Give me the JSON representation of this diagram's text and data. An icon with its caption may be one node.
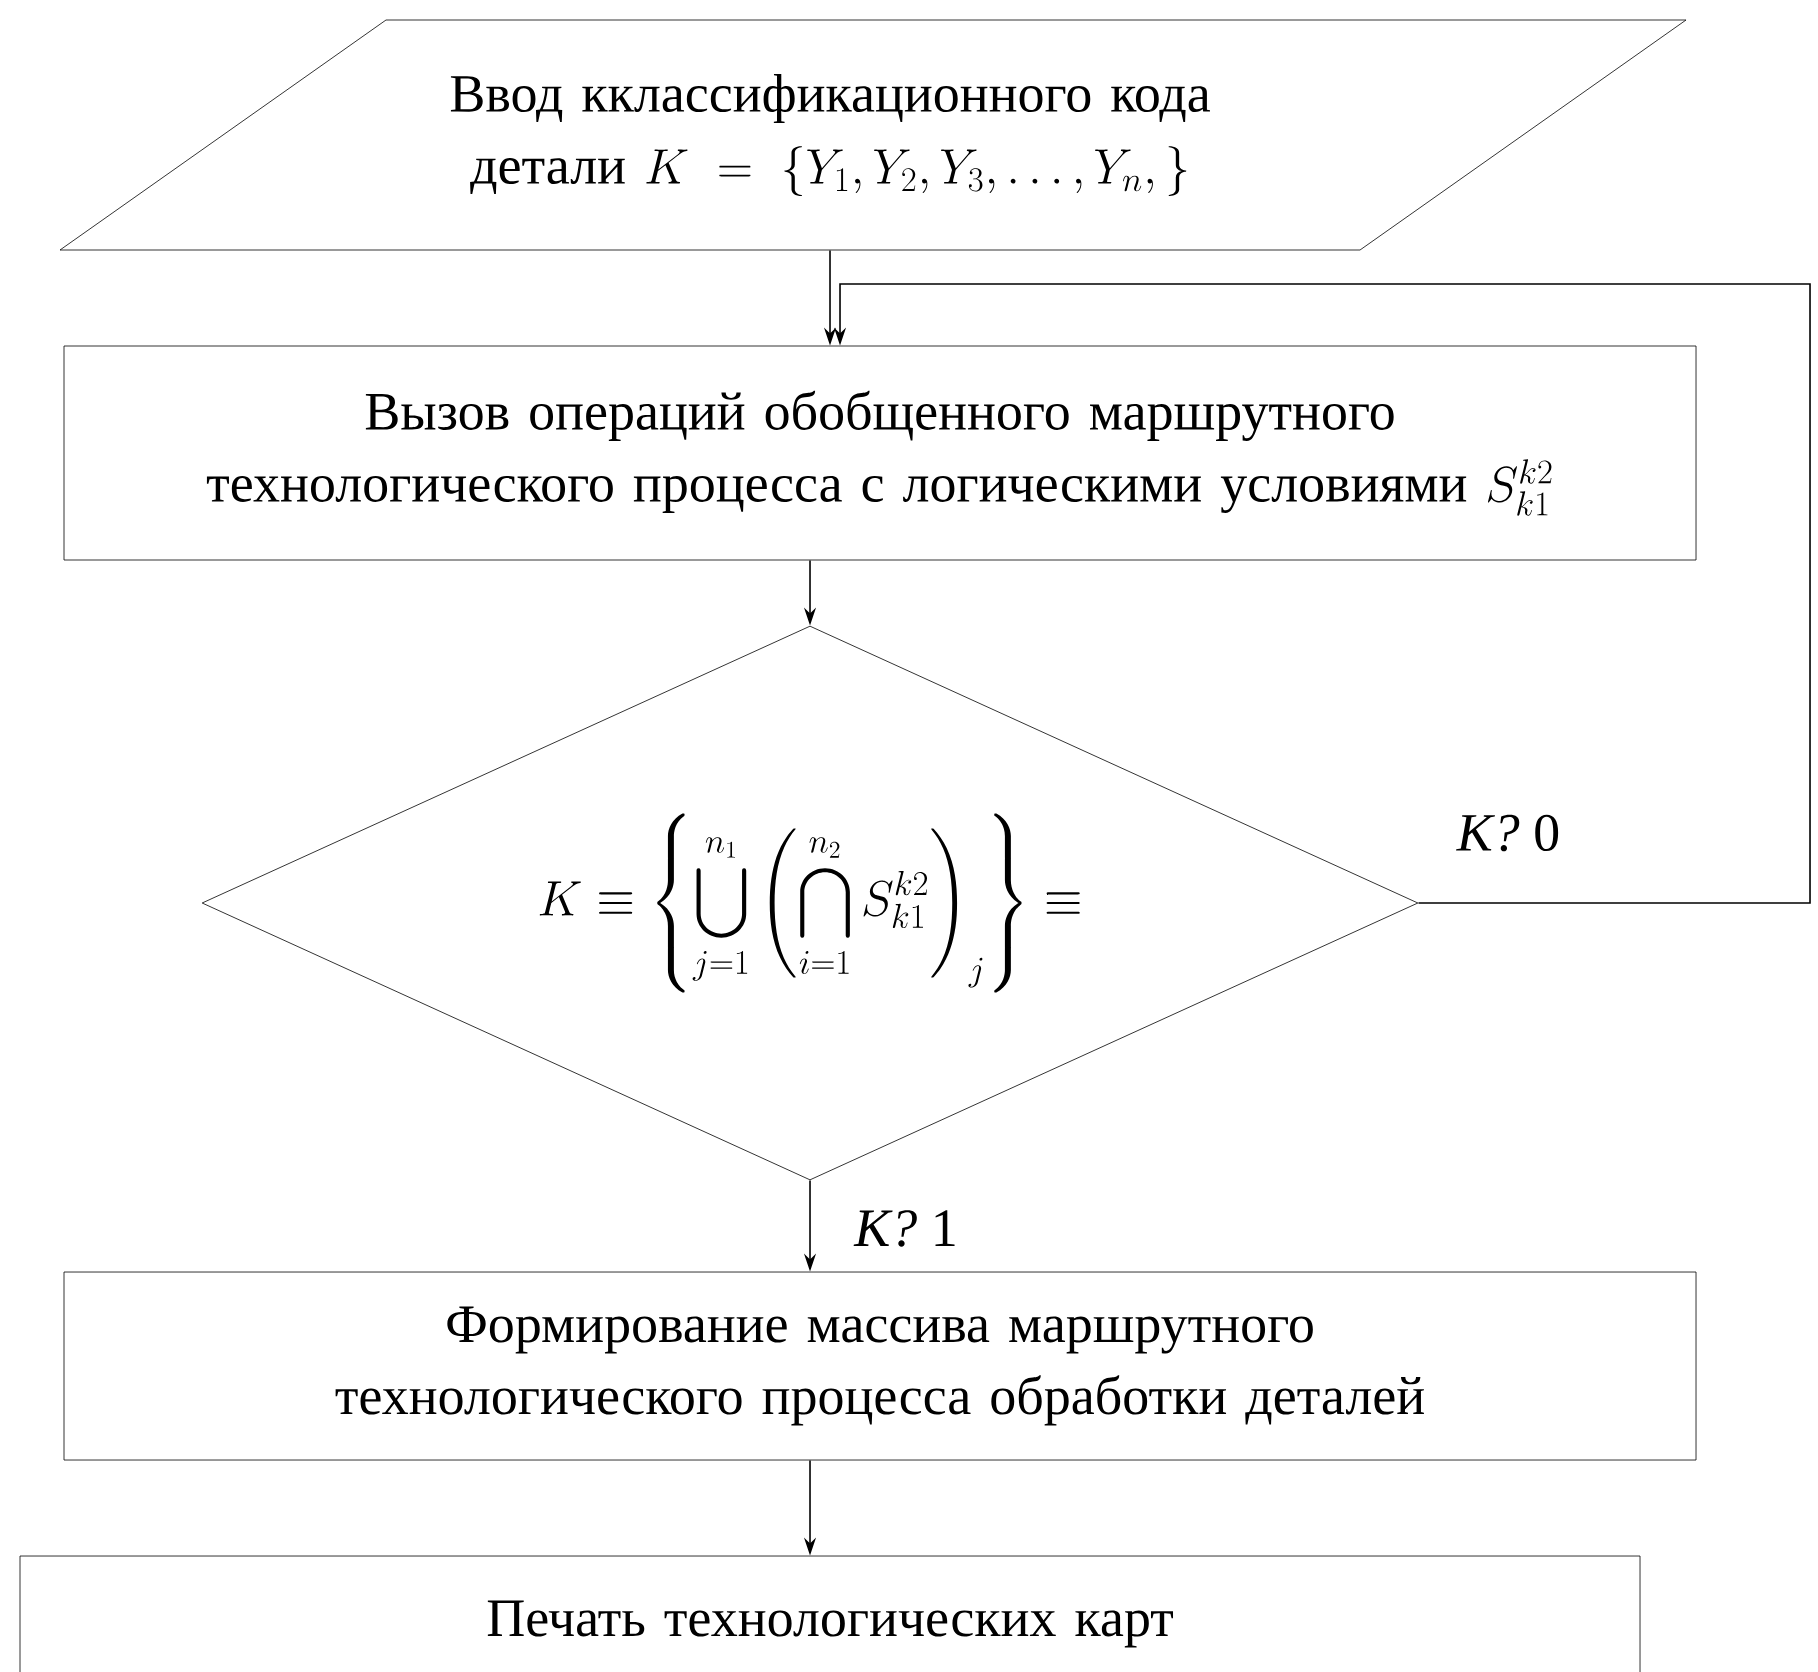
{
  "diagram": {
    "nodes": [
      {
        "text": [
          "Ввод кклассификационного кода детали",
          "K = \\left\\{Y_1, Y_2, Y_3, \\ldots, Y_n,\\right\\}"
        ]
      },
      {
        "text": [
          "Вызов операций обобщенного маршрутного технологического процесса  с логическими условиями",
          "S_{k1}^{k2}"
        ]
      },
      {
        "text": [
          "K \\equiv \\left\\{\\bigcup_{j=1}^{n_1}\\left(\\bigcap_{i=1}^{n_2} S_{k1}^{k2}\\right)_j\\right\\} \\equiv"
        ]
      },
      {
        "text": [
          "Формирование массива маршрутного технологического процесса обработки деталей"
        ]
      },
      {
        "text": [
          "Печать технологических карт"
        ]
      }
    ],
    "edges": [
      {
        "from": 0,
        "to": 1,
        "arrow": "to"
      },
      {
        "from": 1,
        "to": 2,
        "arrow": "to"
      },
      {
        "from": 2,
        "to": 3,
        "arrow": "to",
        "label": "*K?* 1"
      },
      {
        "from": 2,
        "to": 1,
        "arrow": "to",
        "label": "*K?* 0"
      },
      {
        "from": 3,
        "to": 4,
        "arrow": "to"
      }
    ]
  }
}
